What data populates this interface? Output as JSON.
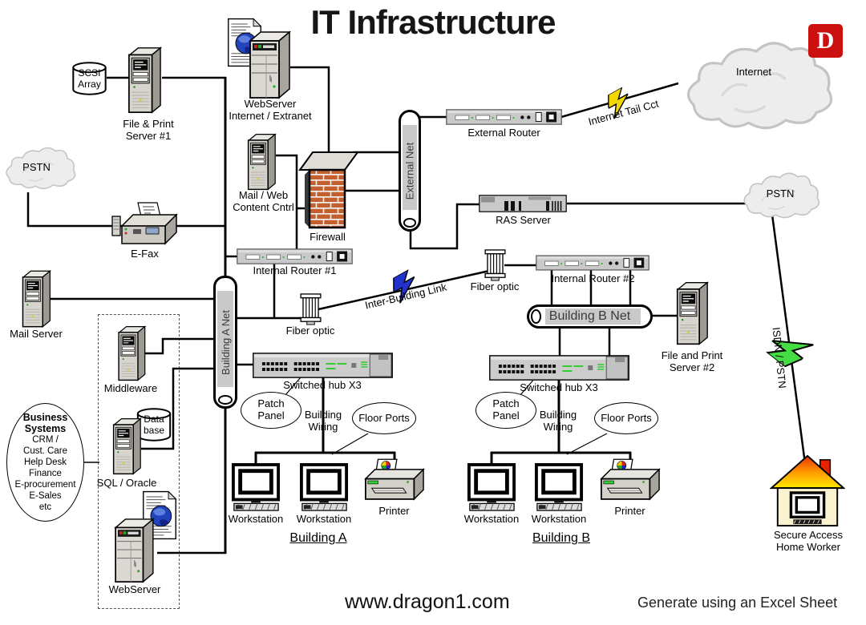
{
  "title": "IT Infrastructure",
  "logo": {
    "letter": "D"
  },
  "footer": {
    "url": "www.dragon1.com",
    "credit": "Generate using an Excel Sheet"
  },
  "clouds": {
    "internet": "Internet",
    "pstn_left": "PSTN",
    "pstn_right": "PSTN"
  },
  "links": {
    "internet_tail": "Internet Tail Cct",
    "inter_building": "Inter-Building Link",
    "isdn_pstn": "ISDN / PSTN"
  },
  "nets": {
    "external": "External Net",
    "building_a": "Building A Net",
    "building_b": "Building B Net"
  },
  "devices": {
    "scsi_array": [
      "SCSI",
      "Array"
    ],
    "file_print_1": [
      "File & Print",
      "Server #1"
    ],
    "webserver_top": [
      "WebServer",
      "Internet / Extranet"
    ],
    "mail_web": [
      "Mail / Web",
      "Content Cntrl"
    ],
    "firewall": "Firewall",
    "external_router": "External Router",
    "ras_server": "RAS Server",
    "efax": "E-Fax",
    "mail_server": "Mail Server",
    "internal_router_1": "Internal Router #1",
    "internal_router_2": "Internal Router #2",
    "fiber_optic": "Fiber optic",
    "file_print_2": [
      "File and Print",
      "Server #2"
    ],
    "switched_hub": "Switched hub X3",
    "middleware": "Middleware",
    "database": [
      "Data",
      "base"
    ],
    "sql_oracle": "SQL / Oracle",
    "webserver_bottom": "WebServer",
    "printer": "Printer",
    "workstation": "Workstation",
    "home_worker": [
      "Secure Access",
      "Home Worker"
    ]
  },
  "callouts": {
    "patch_panel": [
      "Patch",
      "Panel"
    ],
    "floor_ports": "Floor Ports",
    "building_wiring": [
      "Building",
      "Wiring"
    ]
  },
  "sections": {
    "building_a": "Building A",
    "building_b": "Building B"
  },
  "business_systems": {
    "title": "Business Systems",
    "items": [
      "CRM /",
      "Cust. Care",
      "Help Desk",
      "Finance",
      "E-procurement",
      "E-Sales",
      "etc"
    ]
  },
  "colors": {
    "logo_red": "#cc1010",
    "bolt_yellow": "#f2d800",
    "bolt_blue": "#2233cc",
    "bolt_green": "#44dd44",
    "brick_orange": "#c3602e",
    "house_body": "#fbf3cf",
    "globe_blue": "#2244bb"
  }
}
